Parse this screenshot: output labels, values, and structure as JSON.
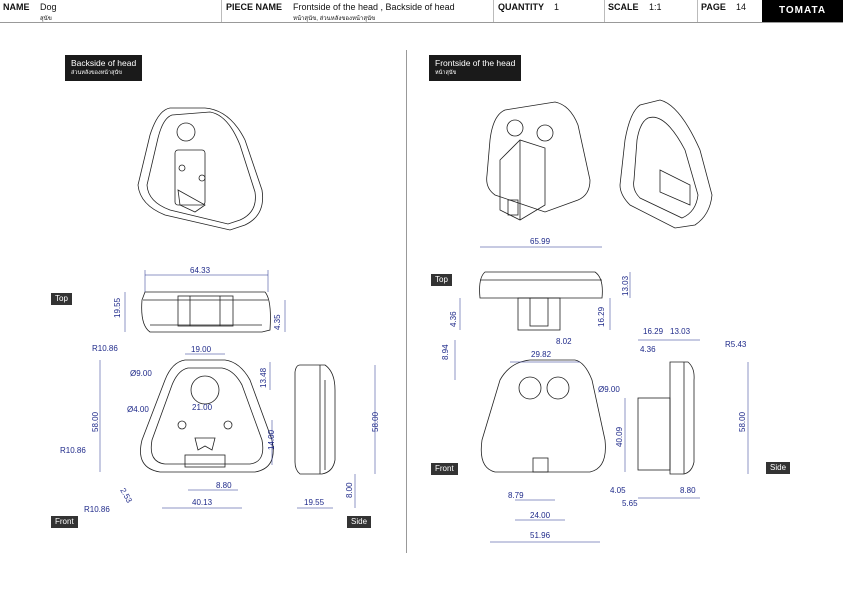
{
  "header": {
    "name_label": "NAME",
    "name_value": "Dog",
    "name_sub": "สุนัข",
    "piece_label": "PIECE NAME",
    "piece_value": "Frontside of the head , Backside of head",
    "piece_sub": "หน้าสุนัข, ส่วนหลังของหน้าสุนัข",
    "quantity_label": "QUANTITY",
    "quantity_value": "1",
    "scale_label": "SCALE",
    "scale_value": "1:1",
    "page_label": "PAGE",
    "page_value": "14",
    "logo": "TOMATA"
  },
  "left": {
    "title": "Backside of head",
    "title_sub": "ส่วนหลังของหน้าสุนัข",
    "views": {
      "top": "Top",
      "front": "Front",
      "side": "Side"
    },
    "dims": {
      "width_top": "64.33",
      "h_top": "19.55",
      "h_top2": "4.35",
      "r_top": "R10.86",
      "top_w": "19.00",
      "d_hole": "Ø9.00",
      "h_small": "13.48",
      "d_small": "Ø4.00",
      "w_mid": "21.00",
      "height": "58.00",
      "r_left": "R10.86",
      "h_14": "14.00",
      "w_880": "8.80",
      "w_4013": "40.13",
      "angle": "2.53",
      "r_bottom": "R10.86",
      "side_h": "58.00",
      "side_w": "19.55",
      "side_8": "8.00"
    }
  },
  "right": {
    "title": "Frontside of the head",
    "title_sub": "หน้าสุนัข",
    "views": {
      "top": "Top",
      "front": "Front",
      "side": "Side"
    },
    "dims": {
      "width_top": "65.99",
      "h_1303": "13.03",
      "h_1629": "16.29",
      "h_436": "4.36",
      "h_894": "8.94",
      "w_802": "8.02",
      "w_2982": "29.82",
      "d_hole": "Ø9.00",
      "h_4009": "40.09",
      "w_879": "8.79",
      "w_2400": "24.00",
      "w_5196": "51.96",
      "s_1629": "16.29",
      "s_1303": "13.03",
      "s_436": "4.36",
      "s_r": "R5.43",
      "s_58": "58.00",
      "s_405": "4.05",
      "s_565": "5.65",
      "s_880": "8.80"
    }
  }
}
